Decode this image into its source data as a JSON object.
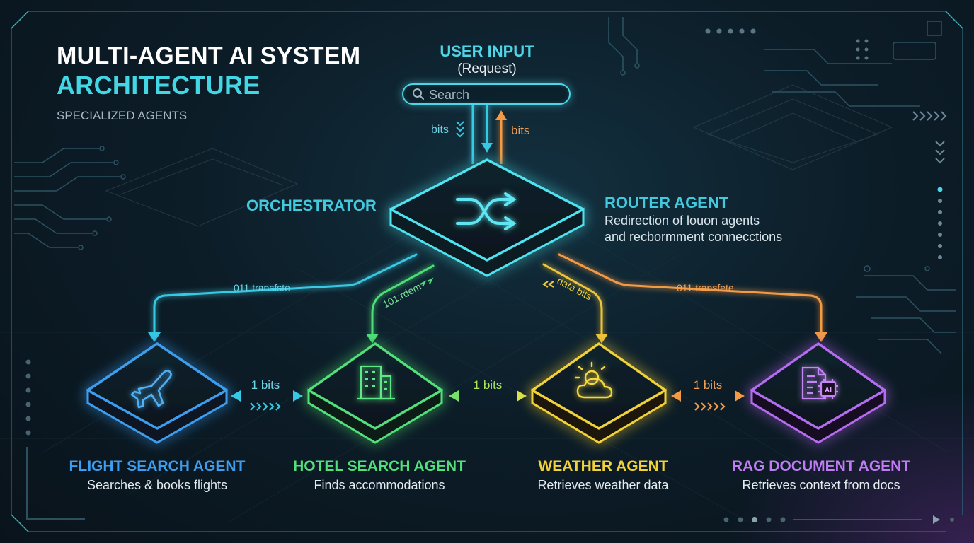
{
  "header": {
    "title_line1": "MULTI-AGENT AI SYSTEM",
    "title_line2": "ARCHITECTURE",
    "subtitle": "SPECIALIZED AGENTS"
  },
  "user_input": {
    "title": "USER INPUT",
    "subtitle": "(Request)",
    "search_placeholder": "Search",
    "down_label": "bits",
    "up_label": "bits"
  },
  "orchestrator": {
    "label": "ORCHESTRATOR"
  },
  "router": {
    "title": "ROUTER AGENT",
    "desc_line1": "Redirection of louon agents",
    "desc_line2": "and recbormment connecctions"
  },
  "connections": {
    "to_flight": "011 transfste",
    "to_hotel": "101:rdem",
    "to_weather": "data bits",
    "to_rag": "011 transfete",
    "flight_hotel": "1 bits",
    "hotel_weather": "1 bits",
    "weather_rag": "1 bits"
  },
  "agents": [
    {
      "name": "FLIGHT SEARCH AGENT",
      "desc": "Searches & books flights",
      "icon": "airplane-icon",
      "color": "#3d9ef0"
    },
    {
      "name": "HOTEL SEARCH AGENT",
      "desc": "Finds accommodations",
      "icon": "building-icon",
      "color": "#52e07a"
    },
    {
      "name": "WEATHER AGENT",
      "desc": "Retrieves weather data",
      "icon": "weather-icon",
      "color": "#f2d23a"
    },
    {
      "name": "RAG DOCUMENT AGENT",
      "desc": "Retrieves context from docs",
      "icon": "ai-document-icon",
      "color": "#b46cf0"
    }
  ],
  "icon_badge": "AI",
  "colors": {
    "accent_cyan": "#43d6e4",
    "orange": "#f39a45",
    "flight_blue": "#3d9ef0",
    "hotel_green": "#52e07a",
    "weather_yellow": "#f2d23a",
    "rag_purple": "#b46cf0"
  }
}
